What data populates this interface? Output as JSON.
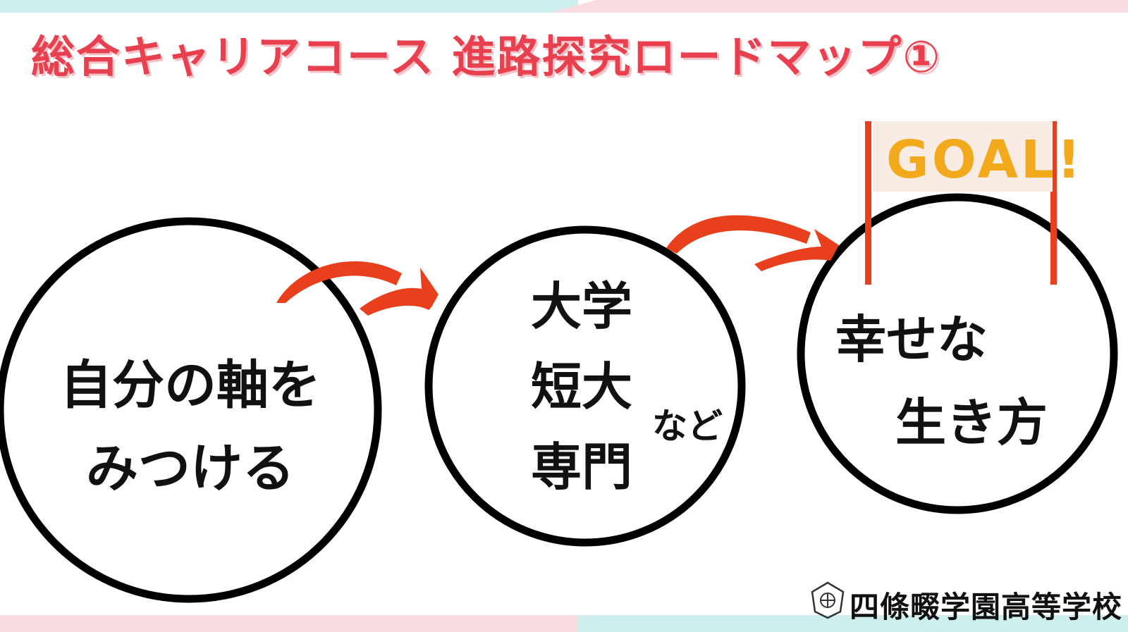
{
  "title": "総合キャリアコース 進路探究ロードマップ①",
  "circle1": {
    "line1": "自分の軸を",
    "line2": "みつける"
  },
  "circle2": {
    "line1": "大学",
    "line2": "短大",
    "line3": "専門",
    "suffix": "など"
  },
  "circle3": {
    "line1": "幸せな",
    "line2": "生き方"
  },
  "goal": "GOAL!",
  "school": "四條畷学園高等学校",
  "colors": {
    "title": "#e9404f",
    "arrow": "#e8401c",
    "goal_text": "#f2a91b",
    "goal_post": "#e8401c"
  },
  "icons": [
    "arrow-right-icon",
    "school-emblem-icon"
  ]
}
